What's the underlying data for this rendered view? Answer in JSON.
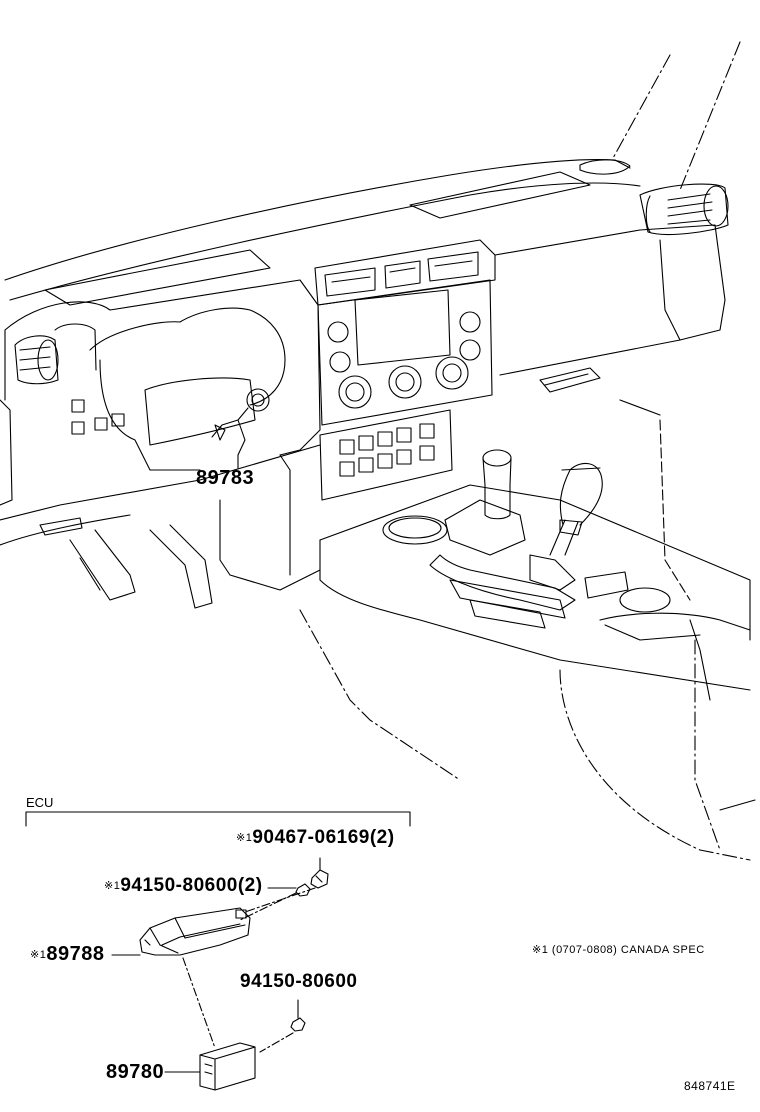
{
  "labels": {
    "part_89783": "89783",
    "section_ecu": "ECU",
    "part_90467": "90467-06169(2)",
    "part_94150_a": "94150-80600(2)",
    "part_89788": "89788",
    "part_94150_b": "94150-80600",
    "part_89780": "89780",
    "note_mark": "※1",
    "note_text": "(0707-0808) CANADA SPEC",
    "diagram_code": "848741E"
  },
  "marks": {
    "asterisk_1": "※1"
  },
  "colors": {
    "line": "#000000",
    "background": "#ffffff"
  }
}
